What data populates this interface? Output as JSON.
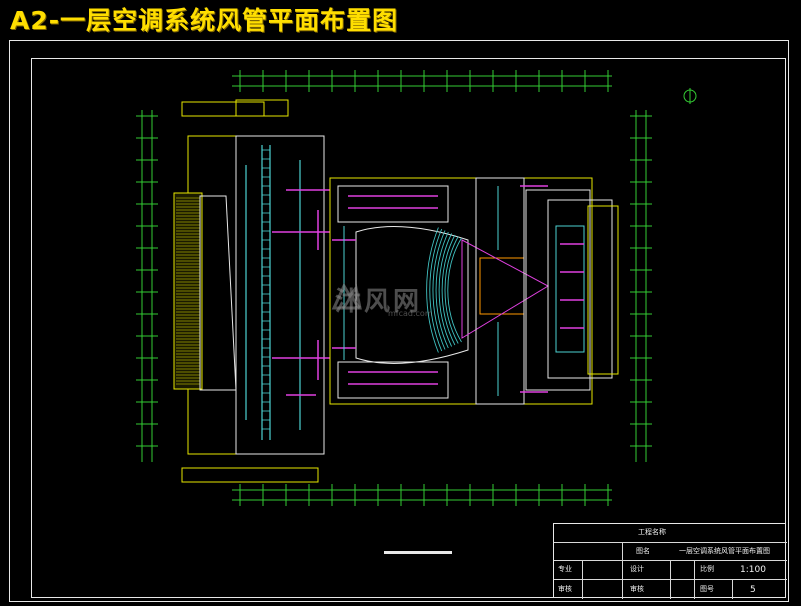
{
  "title": "A2-一层空调系统风管平面布置图",
  "watermark": {
    "text": "沐风网",
    "url": "mfcad.com"
  },
  "title_block": {
    "project_label": "工程名称",
    "drawing_name_label": "图名",
    "drawing_name": "一层空调系统风管平面布置图",
    "design_label": "设计",
    "scale_label": "比例",
    "scale": "1:100",
    "discipline_label": "专业",
    "checker_label": "审核",
    "reviewer_label": "审核",
    "sheet_label": "图号",
    "sheet": "5"
  },
  "colors": {
    "background": "#000000",
    "frame": "#e8e8e8",
    "title": "#ffde00",
    "walls_yellow": "#e6e600",
    "grid_green": "#33cc33",
    "ducts_cyan": "#4dd2d2",
    "pipes_magenta": "#e040e0",
    "seats_cyan": "#40c0c0",
    "stage_orange": "#ff9900",
    "white_lines": "#e8e8e8"
  }
}
